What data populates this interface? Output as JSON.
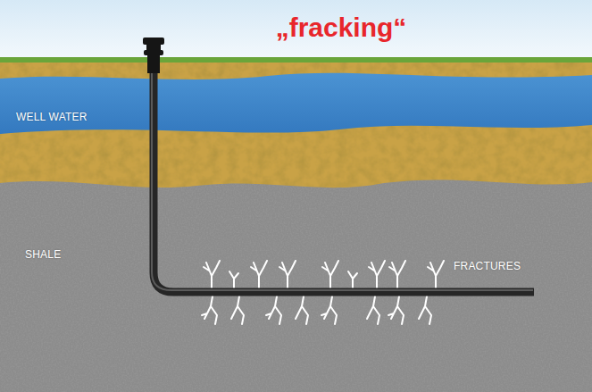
{
  "diagram": {
    "title": "„fracking“",
    "nodes": [
      {
        "text": [
          "WELL WATER"
        ]
      },
      {
        "text": [
          "SHALE",
          "FRACTURES"
        ]
      }
    ]
  }
}
